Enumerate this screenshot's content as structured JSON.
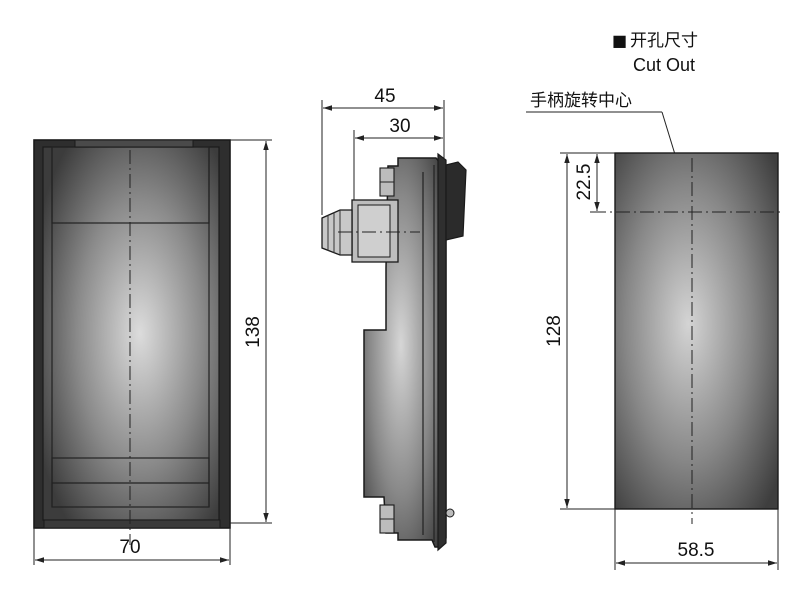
{
  "legend": {
    "square": "■",
    "cn": "开孔尺寸",
    "en": "Cut Out"
  },
  "handle_center_label": "手柄旋转中心",
  "dimensions": {
    "front_width": "70",
    "front_height": "138",
    "side_depth_total": "45",
    "side_depth_handle": "30",
    "cutout_offset": "22.5",
    "cutout_height": "128",
    "cutout_width": "58.5"
  },
  "colors": {
    "body_dark": "#3a3a3a",
    "body_light": "#d8d8d8",
    "edge": "#1a1a1a",
    "line": "#222222"
  }
}
